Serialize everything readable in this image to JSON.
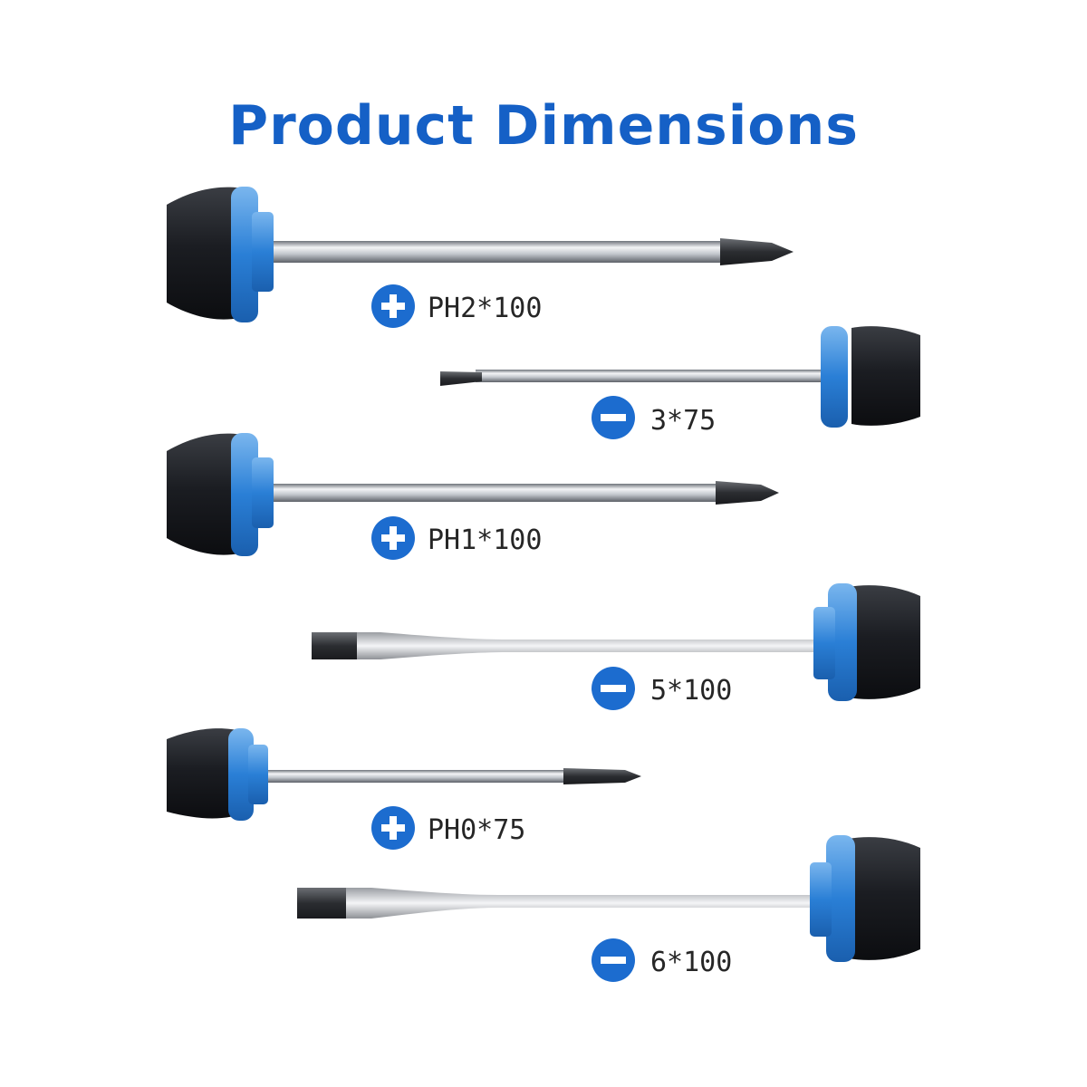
{
  "title": "Product Dimensions",
  "colors": {
    "title": "#1560c6",
    "accent": "#2a7fd6",
    "badge": "#1c6ccf",
    "handle": "#1d1f24"
  },
  "screwdrivers": [
    {
      "label": "PH2*100",
      "type": "phillips",
      "badge_icon": "plus-icon"
    },
    {
      "label": "3*75",
      "type": "slotted",
      "badge_icon": "minus-icon"
    },
    {
      "label": "PH1*100",
      "type": "phillips",
      "badge_icon": "plus-icon"
    },
    {
      "label": "5*100",
      "type": "slotted",
      "badge_icon": "minus-icon"
    },
    {
      "label": "PH0*75",
      "type": "phillips",
      "badge_icon": "plus-icon"
    },
    {
      "label": "6*100",
      "type": "slotted",
      "badge_icon": "minus-icon"
    }
  ]
}
